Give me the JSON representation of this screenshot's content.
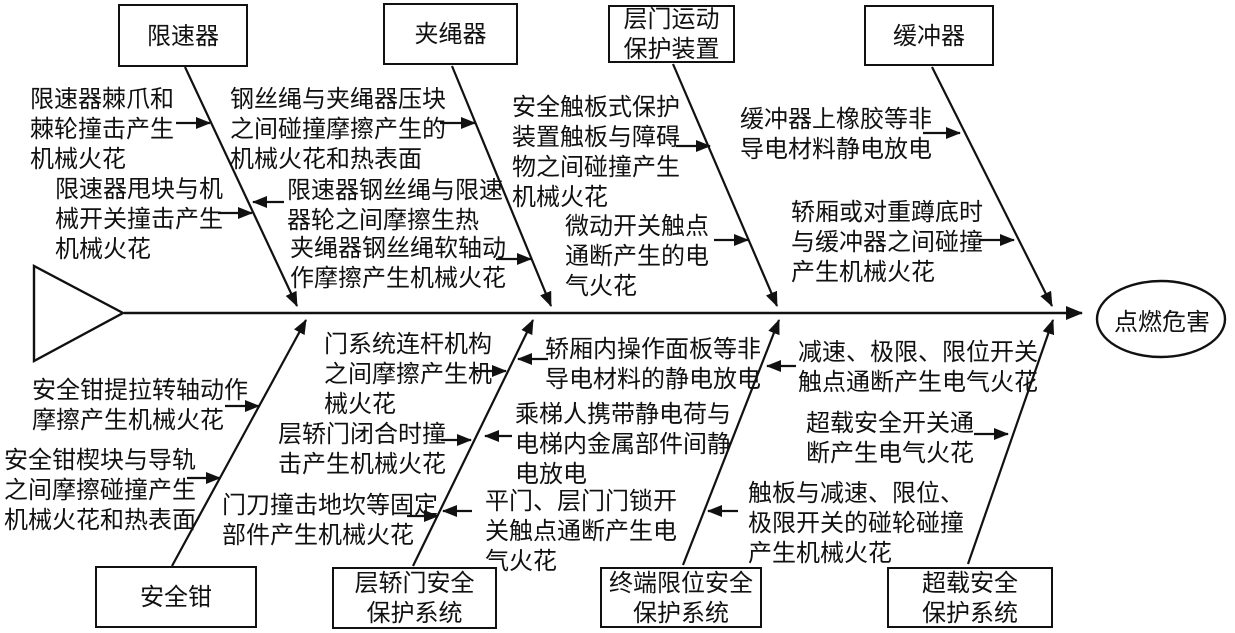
{
  "diagram": {
    "type": "fishbone",
    "effect_label": "点燃危害",
    "top_categories": [
      {
        "label": "限速器"
      },
      {
        "label": "夹绳器"
      },
      {
        "label": "层门运动\n保护装置"
      },
      {
        "label": "缓冲器"
      }
    ],
    "bottom_categories": [
      {
        "label": "安全钳"
      },
      {
        "label": "层轿门安全\n保护系统"
      },
      {
        "label": "终端限位安全\n保护系统"
      },
      {
        "label": "超载安全\n保护系统"
      }
    ],
    "causes": [
      {
        "text": "限速器棘爪和\n棘轮撞击产生\n机械火花"
      },
      {
        "text": "限速器甩块与机\n械开关撞击产生\n机械火花"
      },
      {
        "text": "钢丝绳与夹绳器压块\n之间碰撞摩擦产生的\n机械火花和热表面"
      },
      {
        "text": "限速器钢丝绳与限速\n器轮之间摩擦生热"
      },
      {
        "text": "夹绳器钢丝绳软轴动\n作摩擦产生机械火花"
      },
      {
        "text": "安全触板式保护\n装置触板与障碍\n物之间碰撞产生\n机械火花"
      },
      {
        "text": "微动开关触点\n通断产生的电\n气火花"
      },
      {
        "text": "缓冲器上橡胶等非\n导电材料静电放电"
      },
      {
        "text": "轿厢或对重蹲底时\n与缓冲器之间碰撞\n产生机械火花"
      },
      {
        "text": "安全钳提拉转轴动作\n摩擦产生机械火花"
      },
      {
        "text": "安全钳楔块与导轨\n之间摩擦碰撞产生\n机械火花和热表面"
      },
      {
        "text": "门系统连杆机构\n之间摩擦产生机\n械火花"
      },
      {
        "text": "层轿门闭合时撞\n击产生机械火花"
      },
      {
        "text": "门刀撞击地坎等固定\n部件产生机械火花"
      },
      {
        "text": "轿厢内操作面板等非\n导电材料的静电放电"
      },
      {
        "text": "乘梯人携带静电荷与\n电梯内金属部件间静\n电放电"
      },
      {
        "text": "平门、层门门锁开\n关触点通断产生电\n气火花"
      },
      {
        "text": "减速、极限、限位开关\n触点通断产生电气火花"
      },
      {
        "text": "超载安全开关通\n断产生电气火花"
      },
      {
        "text": "触板与减速、限位、\n极限开关的碰轮碰撞\n产生机械火花"
      }
    ]
  }
}
